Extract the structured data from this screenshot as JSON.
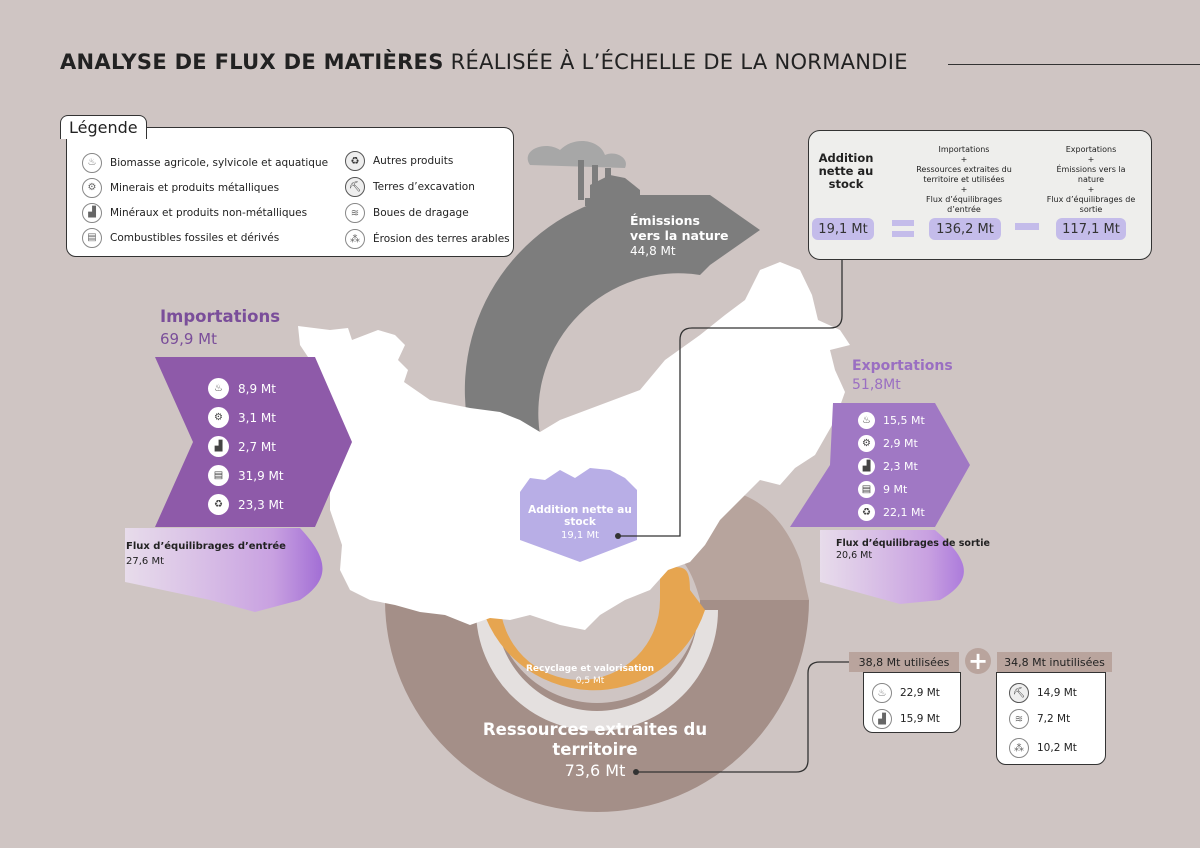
{
  "title_bold": "ANALYSE DE FLUX DE MATIÈRES",
  "title_thin": "RÉALISÉE À L’ÉCHELLE DE LA NORMANDIE",
  "legend": {
    "title": "Légende",
    "left": [
      {
        "icon": "wheat-icon",
        "label": "Biomasse agricole, sylvicole et aquatique"
      },
      {
        "icon": "metal-ore-icon",
        "label": "Minerais et produits métalliques"
      },
      {
        "icon": "mineral-factory-icon",
        "label": "Minéraux et produits non-métalliques"
      },
      {
        "icon": "fuel-pump-icon",
        "label": "Combustibles fossiles et dérivés"
      }
    ],
    "right": [
      {
        "icon": "recycle-box-icon",
        "label": "Autres produits"
      },
      {
        "icon": "excavator-icon",
        "label": "Terres d’excavation"
      },
      {
        "icon": "dredging-icon",
        "label": "Boues de dragage"
      },
      {
        "icon": "erosion-icon",
        "label": "Érosion des terres arables"
      }
    ]
  },
  "equation": {
    "left_label": "Addition nette au stock",
    "mid_label_1": "Importations",
    "plus": "+",
    "mid_label_2": "Ressources extraites du territoire et utilisées",
    "mid_label_3": "Flux d’équilibrages d’entrée",
    "right_label_1": "Exportations",
    "right_label_2": "Émissions vers la nature",
    "right_label_3": "Flux d’équilibrages de sortie",
    "v1": "19,1 Mt",
    "v2": "136,2 Mt",
    "v3": "117,1 Mt"
  },
  "emissions": {
    "label": "Émissions vers la nature",
    "value": "44,8 Mt"
  },
  "importations": {
    "label": "Importations",
    "total": "69,9 Mt",
    "rows": [
      {
        "icon": "wheat-icon",
        "value": "8,9 Mt"
      },
      {
        "icon": "metal-ore-icon",
        "value": "3,1 Mt"
      },
      {
        "icon": "mineral-factory-icon",
        "value": "2,7 Mt"
      },
      {
        "icon": "fuel-pump-icon",
        "value": "31,9 Mt"
      },
      {
        "icon": "recycle-box-icon",
        "value": "23,3 Mt"
      }
    ],
    "balance_label": "Flux d’équilibrages d’entrée",
    "balance_value": "27,6 Mt"
  },
  "exportations": {
    "label": "Exportations",
    "total": "51,8Mt",
    "rows": [
      {
        "icon": "wheat-icon",
        "value": "15,5 Mt"
      },
      {
        "icon": "metal-ore-icon",
        "value": "2,9 Mt"
      },
      {
        "icon": "mineral-factory-icon",
        "value": "2,3 Mt"
      },
      {
        "icon": "fuel-pump-icon",
        "value": "9 Mt"
      },
      {
        "icon": "recycle-box-icon",
        "value": "22,1 Mt"
      }
    ],
    "balance_label": "Flux d’équilibrages de sortie",
    "balance_value": "20,6 Mt"
  },
  "stock": {
    "label": "Addition nette au stock",
    "value": "19,1 Mt"
  },
  "recycling": {
    "label": "Recyclage et valorisation",
    "value": "0,5 Mt"
  },
  "resources": {
    "label": "Ressources extraites du territoire",
    "value": "73,6 Mt"
  },
  "used": {
    "label": "38,8 Mt utilisées",
    "rows": [
      {
        "icon": "wheat-icon",
        "value": "22,9 Mt"
      },
      {
        "icon": "mineral-factory-icon",
        "value": "15,9 Mt"
      }
    ]
  },
  "plus_sign": "+",
  "unused": {
    "label": "34,8 Mt inutilisées",
    "rows": [
      {
        "icon": "excavator-icon",
        "value": "14,9 Mt"
      },
      {
        "icon": "dredging-icon",
        "value": "7,2 Mt"
      },
      {
        "icon": "erosion-icon",
        "value": "10,2 Mt"
      }
    ]
  }
}
